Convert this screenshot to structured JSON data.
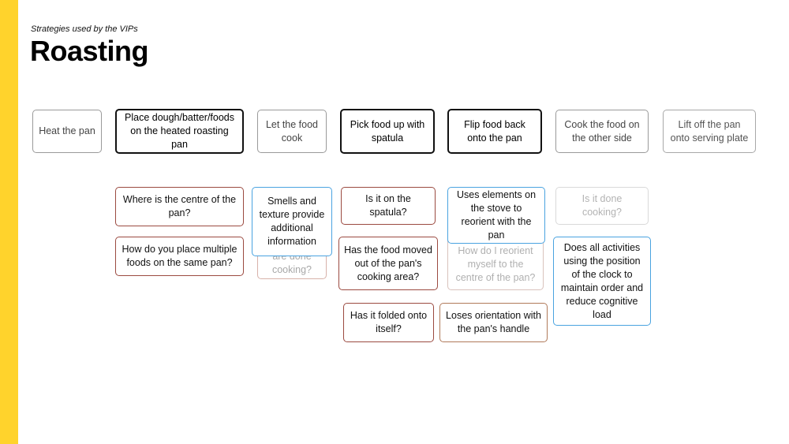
{
  "header": {
    "subtitle": "Strategies used by the VIPs",
    "title": "Roasting"
  },
  "colors": {
    "accent_bar": "#FFD32C",
    "question_border": "#9b4a40",
    "strategy_border": "#4aa3e0",
    "step_border": "#111111"
  },
  "steps": [
    {
      "label": "Heat the pan"
    },
    {
      "label": "Place dough/batter/foods on the heated roasting pan"
    },
    {
      "label": "Let the food cook"
    },
    {
      "label": "Pick food up with spatula"
    },
    {
      "label": "Flip food back onto the pan"
    },
    {
      "label": "Cook the food on the other side"
    },
    {
      "label": "Lift off the pan onto serving plate"
    }
  ],
  "notes": [
    {
      "label": "Where is the centre of the pan?"
    },
    {
      "label": "How do you place multiple foods on the same pan?"
    },
    {
      "label": "are done cooking?"
    },
    {
      "label": "Smells and texture provide additional information"
    },
    {
      "label": "Is it on the spatula?"
    },
    {
      "label": "Has the food moved out of the pan's cooking area?"
    },
    {
      "label": "Has it folded onto itself?"
    },
    {
      "label": "Uses elements on the stove to reorient with the pan"
    },
    {
      "label": "How do I reorient myself to the centre of the pan?"
    },
    {
      "label": "Loses orientation with the pan's handle"
    },
    {
      "label": "Is it done cooking?"
    },
    {
      "label": "Does all activities using the position of the clock to maintain order and reduce cognitive load"
    }
  ]
}
